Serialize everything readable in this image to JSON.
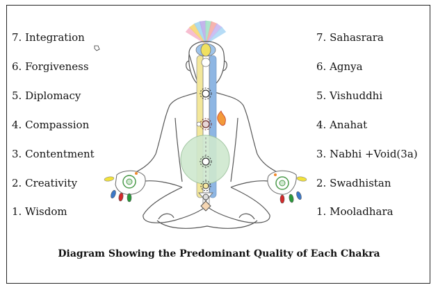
{
  "qualities": [
    "7. Integration",
    "6. Forgiveness",
    "5. Diplomacy",
    "4. Compassion",
    "3. Contentment",
    "2. Creativity",
    "1. Wisdom"
  ],
  "chakras": [
    "7. Sahasrara",
    "6. Agnya",
    "5. Vishuddhi",
    "4. Anahat",
    "3. Nabhi +Void(3a)",
    "2. Swadhistan",
    "1. Mooladhara"
  ],
  "caption": "Diagram Showing the Predominant Quality of Each Chakra",
  "colors": {
    "left_channel": "#f3e79a",
    "right_channel": "#8eb6e3",
    "center_channel": "#ffffff",
    "void": "#cfe8cf",
    "agnya": "#f0e060",
    "ray_colors": [
      "#f6b3c8",
      "#f7d36a",
      "#9fd3ee",
      "#b9a7e8",
      "#9ee0c2",
      "#f4a7a0",
      "#c6b3f0",
      "#a9d6f5"
    ]
  },
  "icons": {
    "chakra_symbol": "sun-icon",
    "flame": "flame-icon",
    "cursor": "hand-cursor-icon"
  }
}
